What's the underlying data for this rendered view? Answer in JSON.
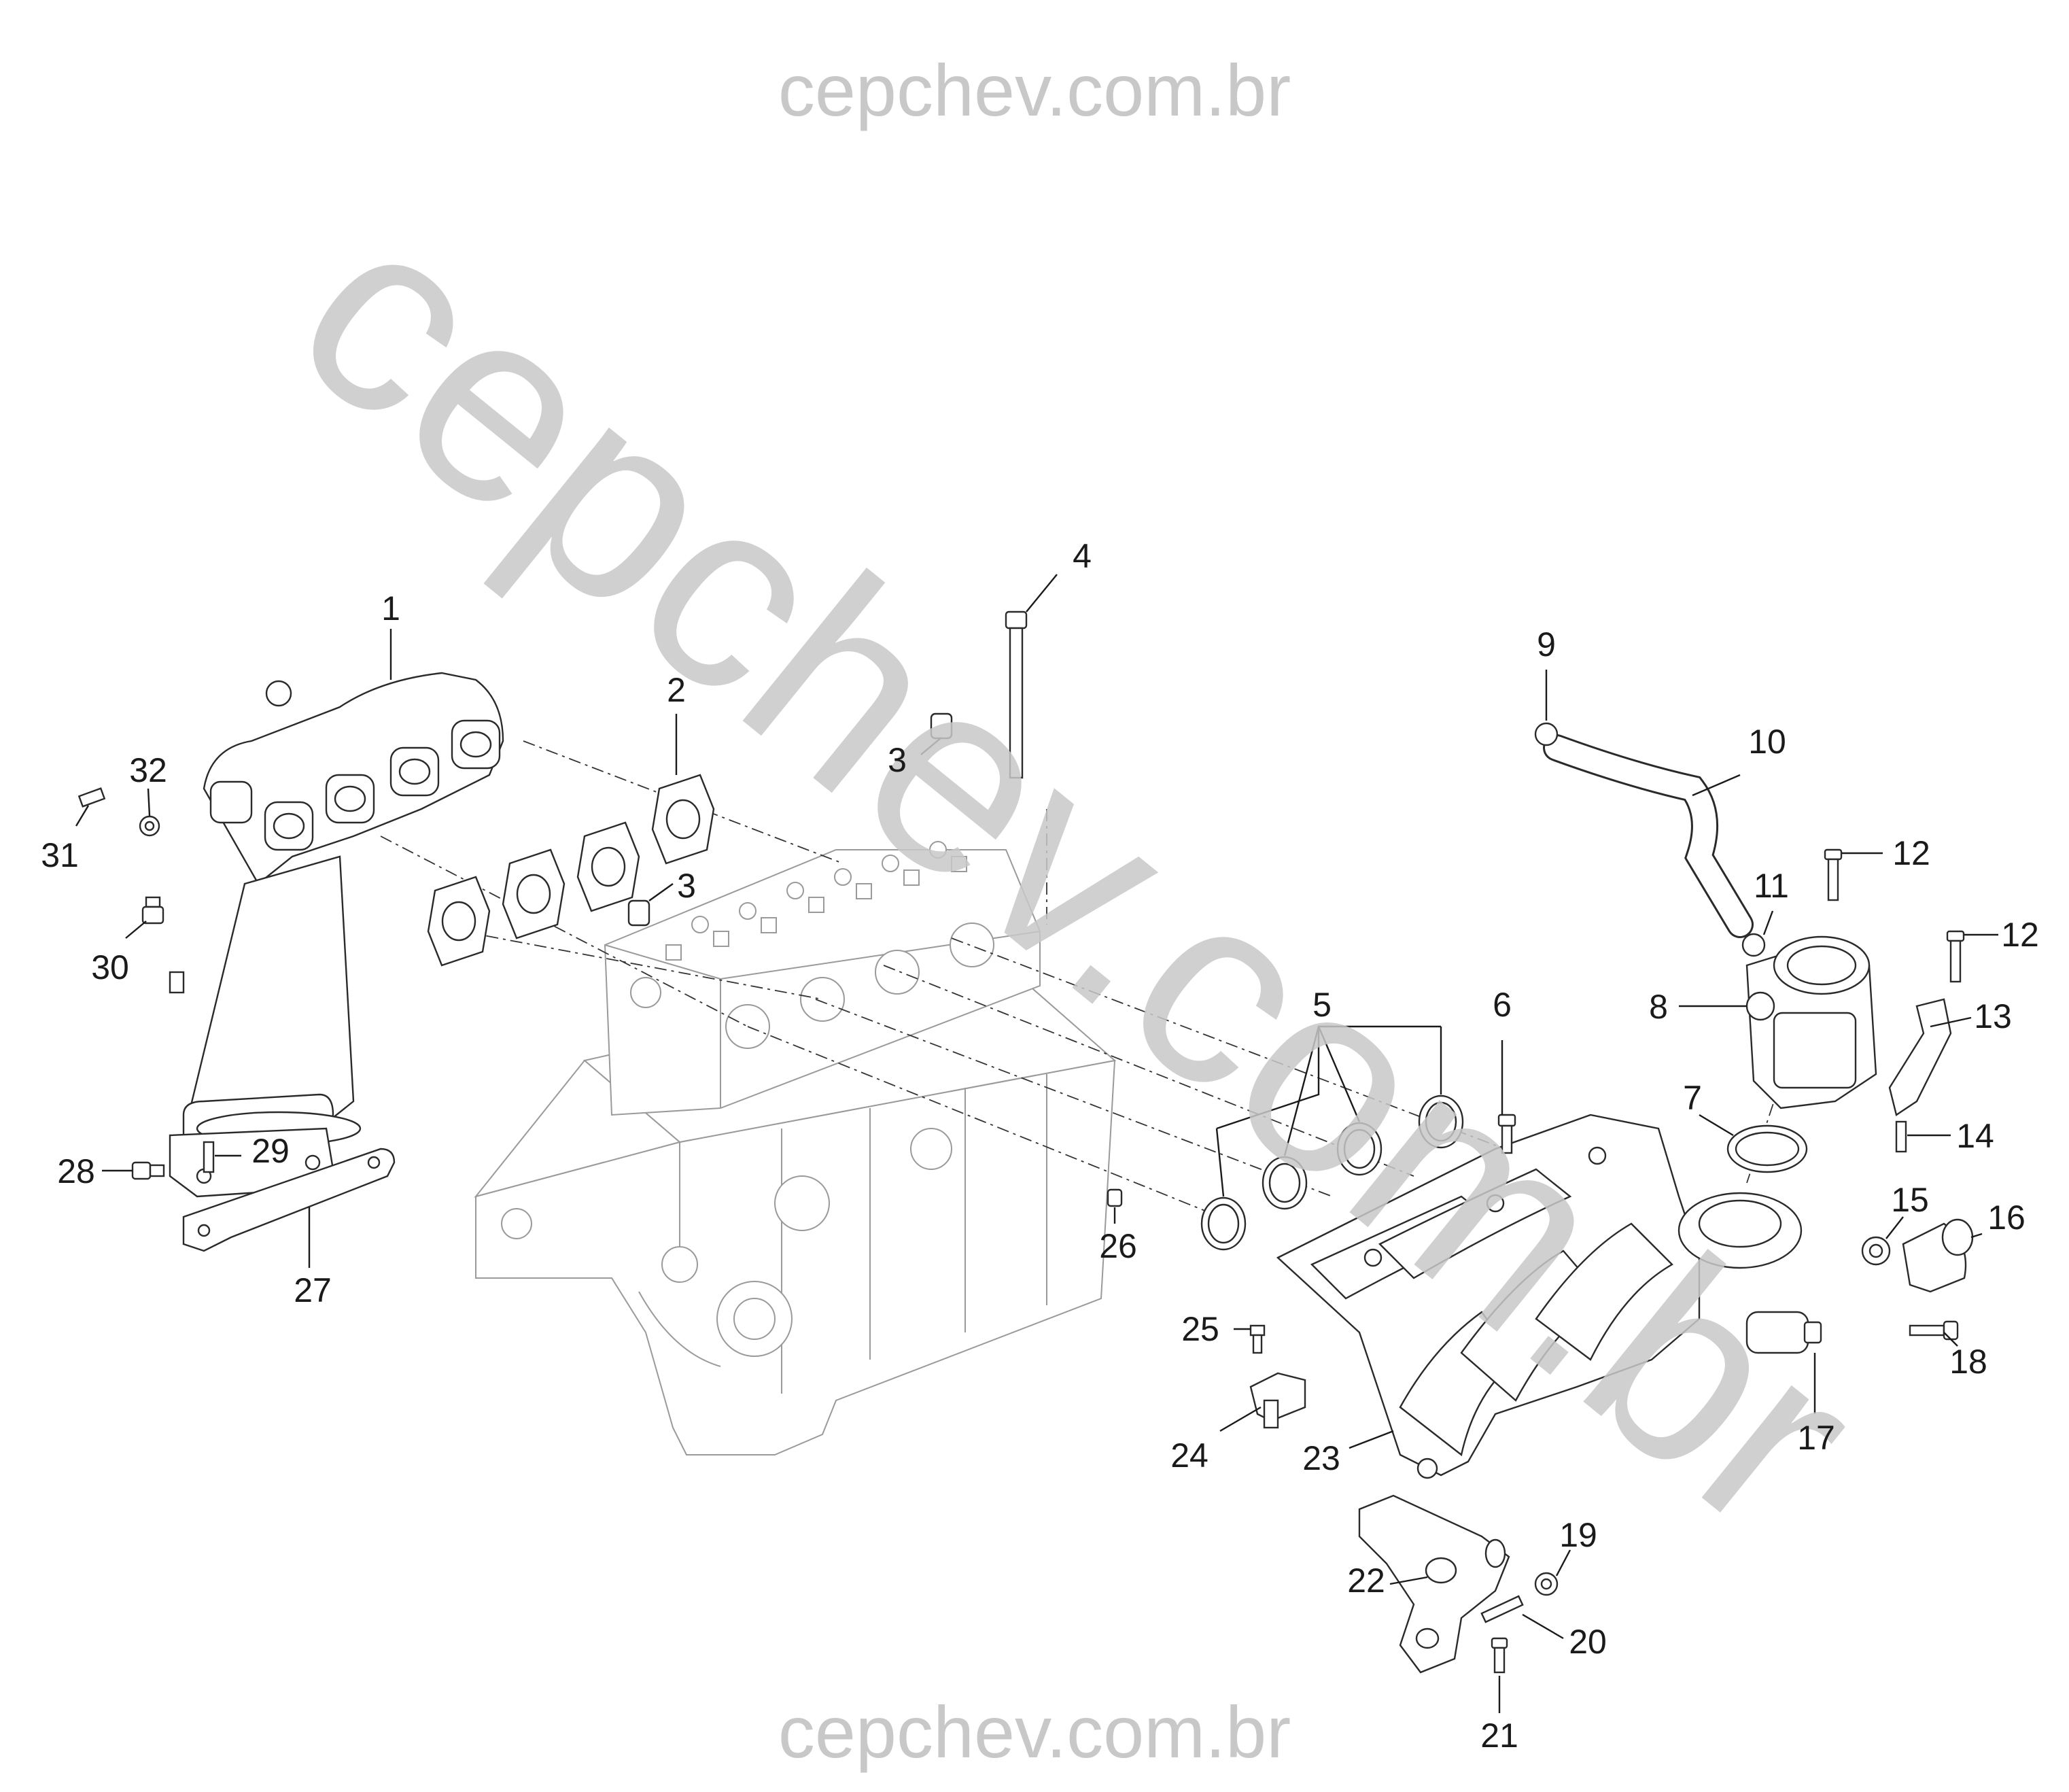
{
  "watermark": {
    "header": "cepchev.com.br",
    "footer": "cepchev.com.br",
    "diagonal": "cepchev.com.br"
  },
  "callouts": [
    {
      "id": "1",
      "text": "1"
    },
    {
      "id": "2",
      "text": "2"
    },
    {
      "id": "3a",
      "text": "3"
    },
    {
      "id": "3b",
      "text": "3"
    },
    {
      "id": "4",
      "text": "4"
    },
    {
      "id": "5",
      "text": "5"
    },
    {
      "id": "6",
      "text": "6"
    },
    {
      "id": "7",
      "text": "7"
    },
    {
      "id": "8",
      "text": "8"
    },
    {
      "id": "9",
      "text": "9"
    },
    {
      "id": "10",
      "text": "10"
    },
    {
      "id": "11",
      "text": "11"
    },
    {
      "id": "12a",
      "text": "12"
    },
    {
      "id": "12b",
      "text": "12"
    },
    {
      "id": "13",
      "text": "13"
    },
    {
      "id": "14",
      "text": "14"
    },
    {
      "id": "15",
      "text": "15"
    },
    {
      "id": "16",
      "text": "16"
    },
    {
      "id": "17",
      "text": "17"
    },
    {
      "id": "18",
      "text": "18"
    },
    {
      "id": "19",
      "text": "19"
    },
    {
      "id": "20",
      "text": "20"
    },
    {
      "id": "21",
      "text": "21"
    },
    {
      "id": "22",
      "text": "22"
    },
    {
      "id": "23",
      "text": "23"
    },
    {
      "id": "24",
      "text": "24"
    },
    {
      "id": "25",
      "text": "25"
    },
    {
      "id": "26",
      "text": "26"
    },
    {
      "id": "27",
      "text": "27"
    },
    {
      "id": "28",
      "text": "28"
    },
    {
      "id": "29",
      "text": "29"
    },
    {
      "id": "30",
      "text": "30"
    },
    {
      "id": "31",
      "text": "31"
    },
    {
      "id": "32",
      "text": "32"
    }
  ]
}
